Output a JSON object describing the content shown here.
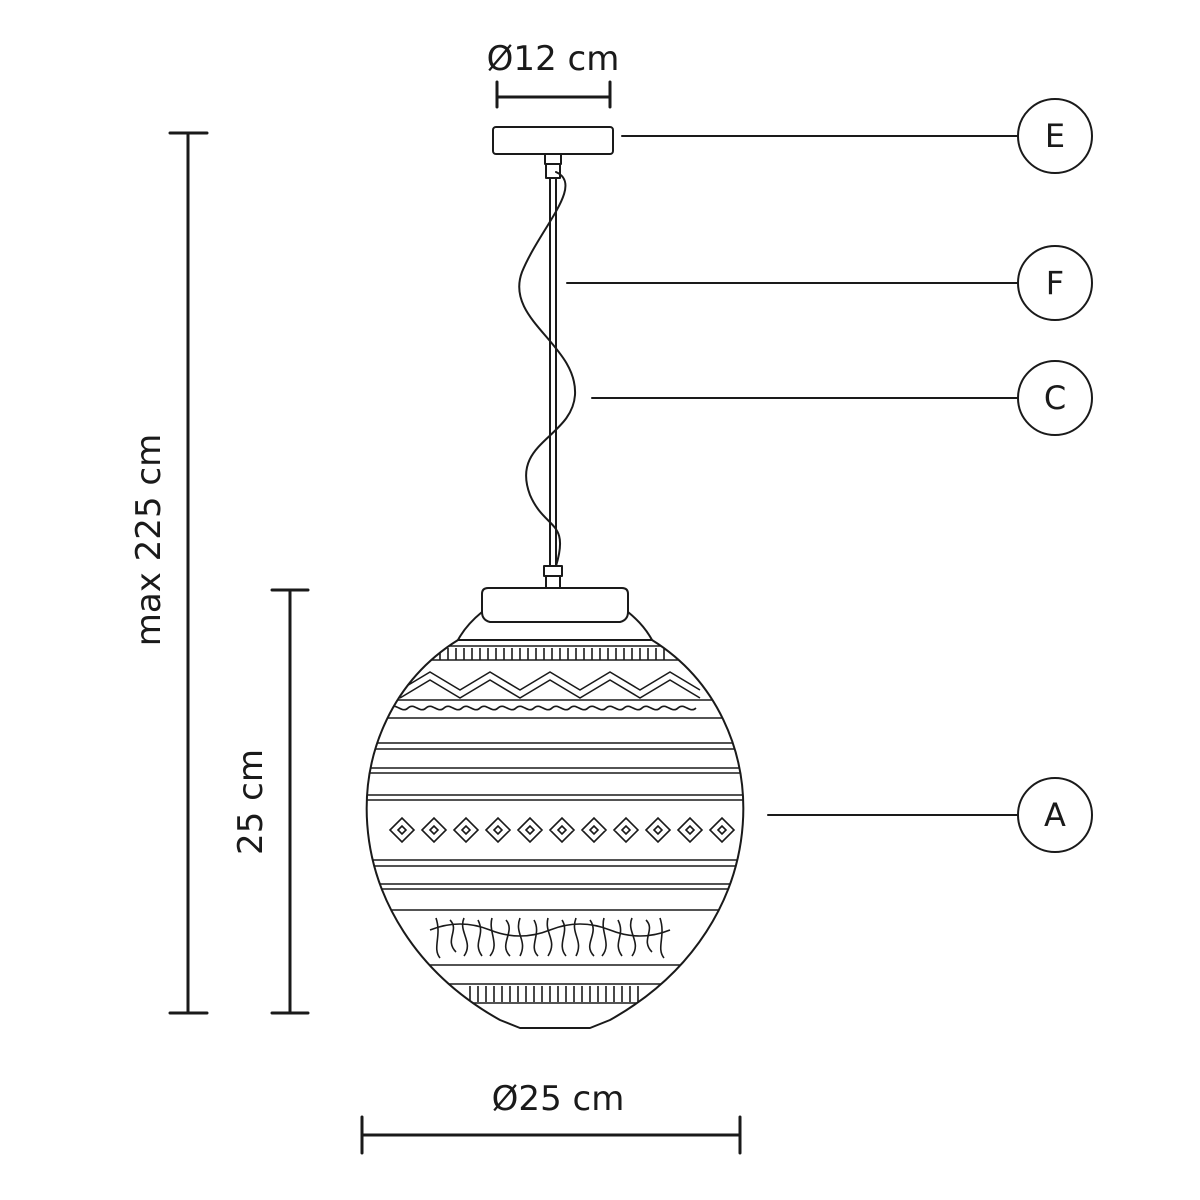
{
  "dimensions": {
    "top_diameter": "Ø12 cm",
    "bottom_diameter": "Ø25 cm",
    "total_height": "max 225 cm",
    "shade_height": "25 cm"
  },
  "callouts": [
    "E",
    "F",
    "C",
    "A"
  ]
}
